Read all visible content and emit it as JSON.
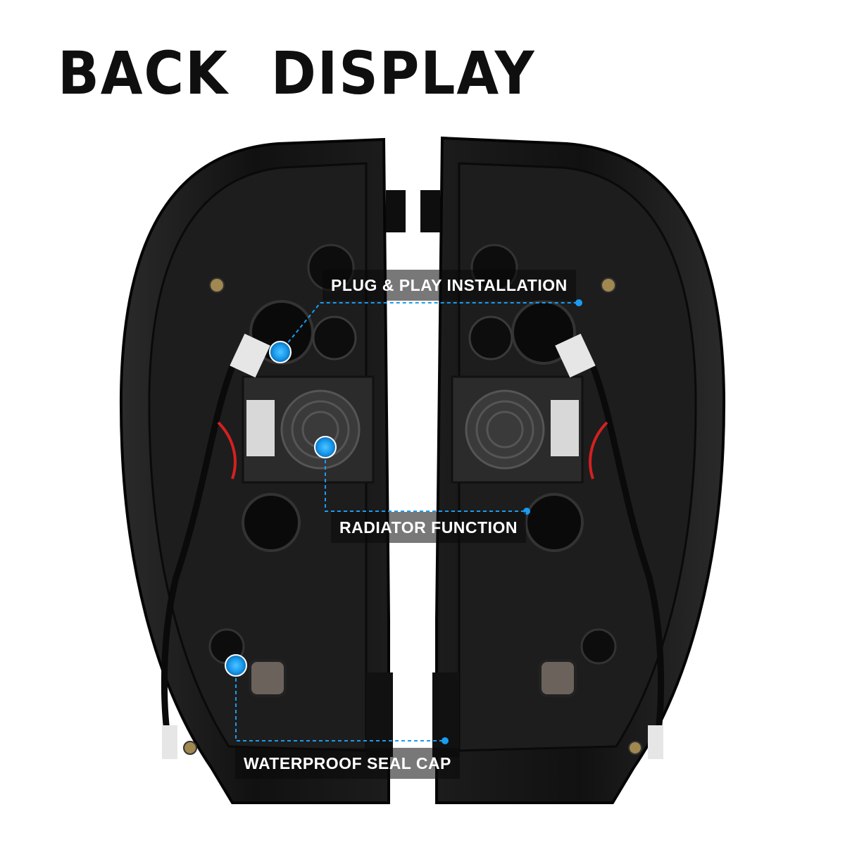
{
  "heading": "BACK DISPLAY",
  "callouts": {
    "plug": "PLUG & PLAY INSTALLATION",
    "radiator": "RADIATOR FUNCTION",
    "seal": "WATERPROOF SEAL CAP"
  },
  "colors": {
    "accent": "#1a9cf0",
    "housing": "#141414",
    "background": "#ffffff"
  }
}
